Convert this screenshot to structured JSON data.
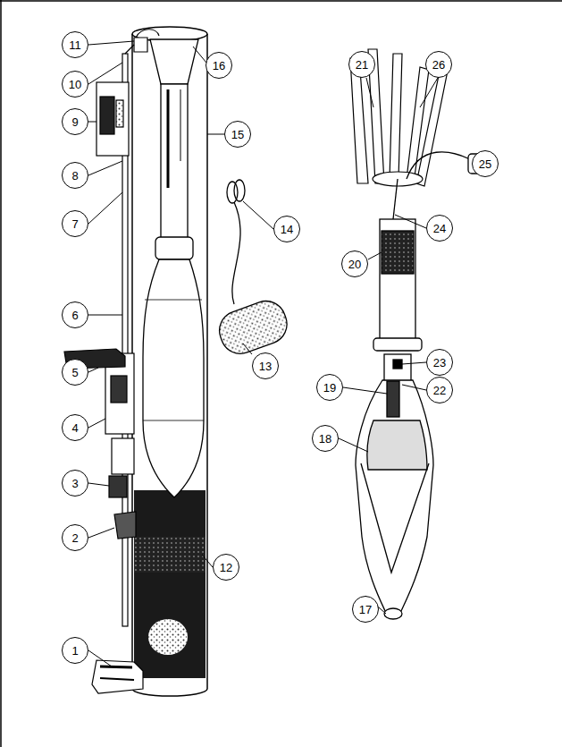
{
  "diagram": {
    "nodes": [
      {
        "text": [
          "1"
        ]
      },
      {
        "text": [
          "2"
        ]
      },
      {
        "text": [
          "3"
        ]
      },
      {
        "text": [
          "4"
        ]
      },
      {
        "text": [
          "5"
        ]
      },
      {
        "text": [
          "6"
        ]
      },
      {
        "text": [
          "7"
        ]
      },
      {
        "text": [
          "8"
        ]
      },
      {
        "text": [
          "9"
        ]
      },
      {
        "text": [
          "10"
        ]
      },
      {
        "text": [
          "11"
        ]
      },
      {
        "text": [
          "12"
        ]
      },
      {
        "text": [
          "13"
        ]
      },
      {
        "text": [
          "14"
        ]
      },
      {
        "text": [
          "15"
        ]
      },
      {
        "text": [
          "16"
        ]
      },
      {
        "text": [
          "17"
        ]
      },
      {
        "text": [
          "18"
        ]
      },
      {
        "text": [
          "19"
        ]
      },
      {
        "text": [
          "20"
        ]
      },
      {
        "text": [
          "21"
        ]
      },
      {
        "text": [
          "22"
        ]
      },
      {
        "text": [
          "23"
        ]
      },
      {
        "text": [
          "24"
        ]
      },
      {
        "text": [
          "25"
        ]
      },
      {
        "text": [
          "26"
        ]
      }
    ]
  }
}
